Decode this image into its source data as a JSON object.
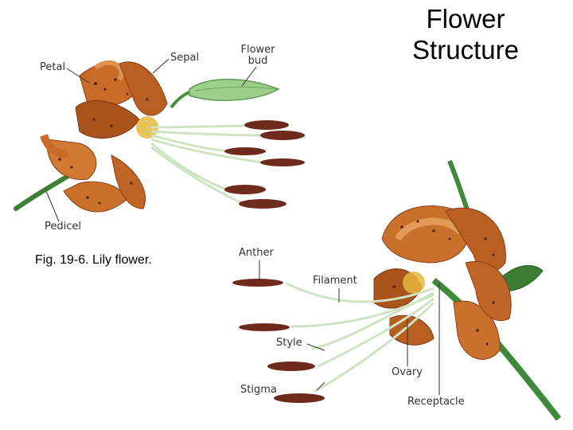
{
  "slide": {
    "title_line1": "Flower",
    "title_line2": "Structure",
    "caption": "Fig. 19-6. Lily flower."
  },
  "labels": {
    "petal": "Petal",
    "sepal": "Sepal",
    "flower_bud_line1": "Flower",
    "flower_bud_line2": "bud",
    "pedicel": "Pedicel",
    "anther": "Anther",
    "filament": "Filament",
    "style": "Style",
    "stigma": "Stigma",
    "ovary": "Ovary",
    "receptacle": "Receptacle"
  },
  "colors": {
    "petal_orange": "#c8702c",
    "petal_dark": "#8a3f18",
    "anther_brown": "#6e2a1c",
    "stem_green": "#3f8a3a",
    "filament_green": "#cfe3c2",
    "bud_green": "#8cc47c"
  }
}
